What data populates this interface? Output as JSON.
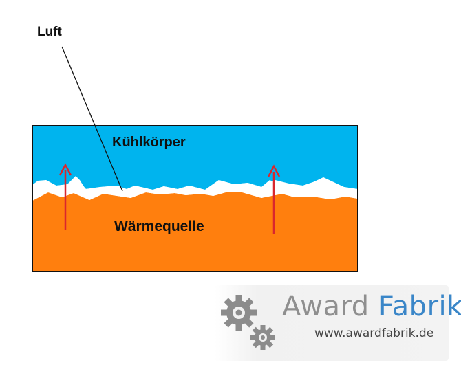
{
  "labels": {
    "air": "Luft",
    "heatsink": "Kühlkörper",
    "heat_source": "Wärmequelle"
  },
  "logo": {
    "word_a": "Award",
    "word_b": "Fabrik",
    "url": "www.awardfabrik.de",
    "gear_icon": "gear-icon"
  },
  "colors": {
    "heatsink": "#00b4ee",
    "heat_source": "#ff7f0e",
    "air_gap": "#ffffff",
    "arrow": "#d9272e",
    "outline": "#111111",
    "logo_gray": "#8f8f8f",
    "logo_blue": "#3a86c8"
  }
}
